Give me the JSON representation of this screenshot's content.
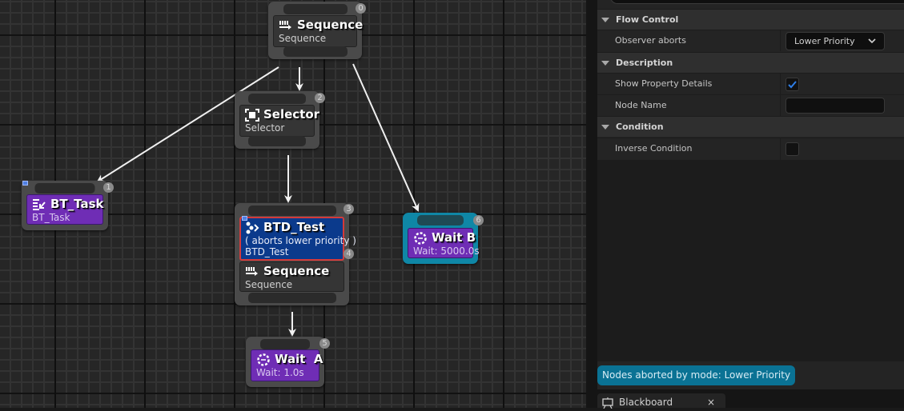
{
  "graph": {
    "nodes": [
      {
        "id": "sequence-root",
        "index": "0",
        "title": "Sequence",
        "subtitle": "Sequence",
        "kind": "composite",
        "icon": "sequence-icon"
      },
      {
        "id": "bt-task",
        "index": "1",
        "title": "BT_Task",
        "subtitle": "BT_Task",
        "kind": "task",
        "icon": "task-icon"
      },
      {
        "id": "selector",
        "index": "2",
        "title": "Selector",
        "subtitle": "Selector",
        "kind": "composite",
        "icon": "selector-icon"
      },
      {
        "id": "btd-test",
        "index": "3",
        "title": "BTD_Test",
        "abort_text": "( aborts lower priority )",
        "subtitle": "BTD_Test",
        "kind": "decorator",
        "icon": "decorator-icon"
      },
      {
        "id": "sequence-child",
        "index": "4",
        "title": "Sequence",
        "subtitle": "Sequence",
        "kind": "composite",
        "icon": "sequence-icon"
      },
      {
        "id": "wait-a",
        "index": "5",
        "title": "Wait  A",
        "subtitle": "Wait: 1.0s",
        "kind": "task",
        "icon": "wait-icon"
      },
      {
        "id": "wait-b",
        "index": "6",
        "title": "Wait B",
        "subtitle": "Wait: 5000.0s",
        "kind": "task",
        "icon": "wait-icon",
        "highlighted": true
      }
    ],
    "edges": [
      {
        "from": "sequence-root",
        "to": "bt-task"
      },
      {
        "from": "sequence-root",
        "to": "selector"
      },
      {
        "from": "sequence-root",
        "to": "wait-b"
      },
      {
        "from": "selector",
        "to": "btd-test"
      },
      {
        "from": "sequence-child",
        "to": "wait-a"
      }
    ],
    "colors": {
      "composite": "#353535",
      "task": "#6f2db5",
      "decorator": "#0b3a8c",
      "decorator_border": "#d43a3a",
      "highlight": "#0f87a6"
    }
  },
  "details": {
    "sections": [
      {
        "label": "Flow Control",
        "rows": [
          {
            "name": "Observer aborts",
            "type": "dropdown",
            "value": "Lower Priority"
          }
        ]
      },
      {
        "label": "Description",
        "rows": [
          {
            "name": "Show Property Details",
            "type": "checkbox",
            "checked": true
          },
          {
            "name": "Node Name",
            "type": "text",
            "value": ""
          }
        ]
      },
      {
        "label": "Condition",
        "rows": [
          {
            "name": "Inverse Condition",
            "type": "checkbox",
            "checked": false
          }
        ]
      }
    ],
    "status": "Nodes aborted by mode: Lower Priority",
    "status_color": "#0a7294"
  },
  "tabs": {
    "blackboard": {
      "label": "Blackboard",
      "close": "×"
    }
  }
}
